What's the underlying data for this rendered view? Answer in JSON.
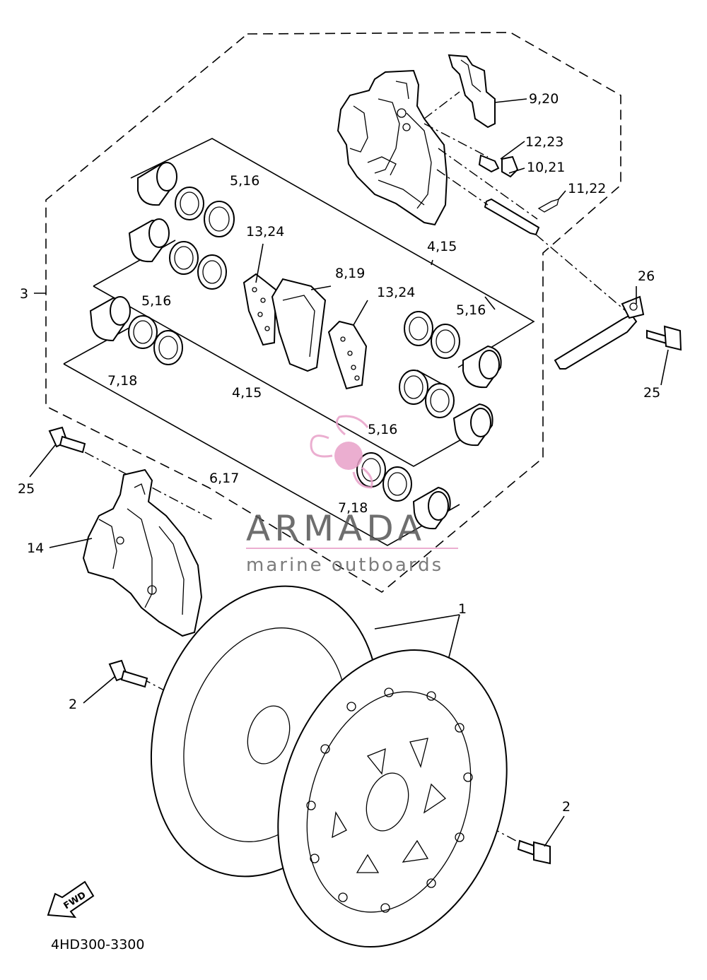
{
  "diagram_code": "4HD300-3300",
  "fwd_label": "FWD",
  "watermark": {
    "brand": "ARMADA",
    "tagline": "marine outboards",
    "brand_color": "#e8a0c8"
  },
  "callouts": {
    "c1": "1",
    "c2a": "2",
    "c2b": "2",
    "c3": "3",
    "c4_15a": "4,15",
    "c4_15b": "4,15",
    "c5_16a": "5,16",
    "c5_16b": "5,16",
    "c5_16c": "5,16",
    "c5_16d": "5,16",
    "c6_17": "6,17",
    "c7_18a": "7,18",
    "c7_18b": "7,18",
    "c8_19": "8,19",
    "c9_20": "9,20",
    "c10_21": "10,21",
    "c11_22": "11,22",
    "c12_23": "12,23",
    "c13_24a": "13,24",
    "c13_24b": "13,24",
    "c14": "14",
    "c25a": "25",
    "c25b": "25",
    "c26": "26"
  }
}
